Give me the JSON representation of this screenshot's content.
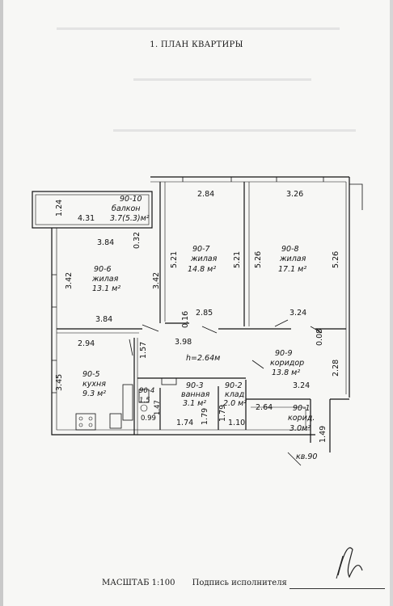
{
  "document": {
    "title": "1. ПЛАН КВАРТИРЫ",
    "apartment_label": "кв.90",
    "ceiling_height": "h=2.64м",
    "footer": {
      "scale": "МАСШТАБ 1:100",
      "signature_label": "Подпись исполнителя"
    }
  },
  "rooms": [
    {
      "code": "90-10",
      "name": "балкон",
      "area": "3.7(5.3)м²"
    },
    {
      "code": "90-7",
      "name": "жилая",
      "area": "14.8 м²"
    },
    {
      "code": "90-8",
      "name": "жилая",
      "area": "17.1 м²"
    },
    {
      "code": "90-6",
      "name": "жилая",
      "area": "13.1 м²"
    },
    {
      "code": "90-9",
      "name": "коридор",
      "area": "13.8 м²"
    },
    {
      "code": "90-5",
      "name": "кухня",
      "area": "9.3 м²"
    },
    {
      "code": "90-4",
      "name": "",
      "area": "1.5"
    },
    {
      "code": "90-3",
      "name": "ванная",
      "area": "3.1 м²"
    },
    {
      "code": "90-2",
      "name": "клад",
      "area": "2.0 м²"
    },
    {
      "code": "90-1",
      "name": "корид.",
      "area": "3.0м²"
    }
  ],
  "dimensions": {
    "d124": "1.24",
    "d431": "4.31",
    "d384a": "3.84",
    "d032": "0.32",
    "d284": "2.84",
    "d326": "3.26",
    "d521a": "5.21",
    "d521b": "5.21",
    "d526a": "5.26",
    "d526b": "5.26",
    "d342a": "3.42",
    "d342b": "3.42",
    "d384b": "3.84",
    "d016": "0.16",
    "d285": "2.85",
    "d324a": "3.24",
    "d008": "0.08",
    "d398": "3.98",
    "d294": "2.94",
    "d157": "1.57",
    "d228": "2.28",
    "d345": "3.45",
    "d324b": "3.24",
    "d264": "2.64",
    "d149": "1.49",
    "d099": "0.99",
    "d147": "1.47",
    "d174": "1.74",
    "d179a": "1.79",
    "d179b": "1.79",
    "d110": "1.10"
  }
}
